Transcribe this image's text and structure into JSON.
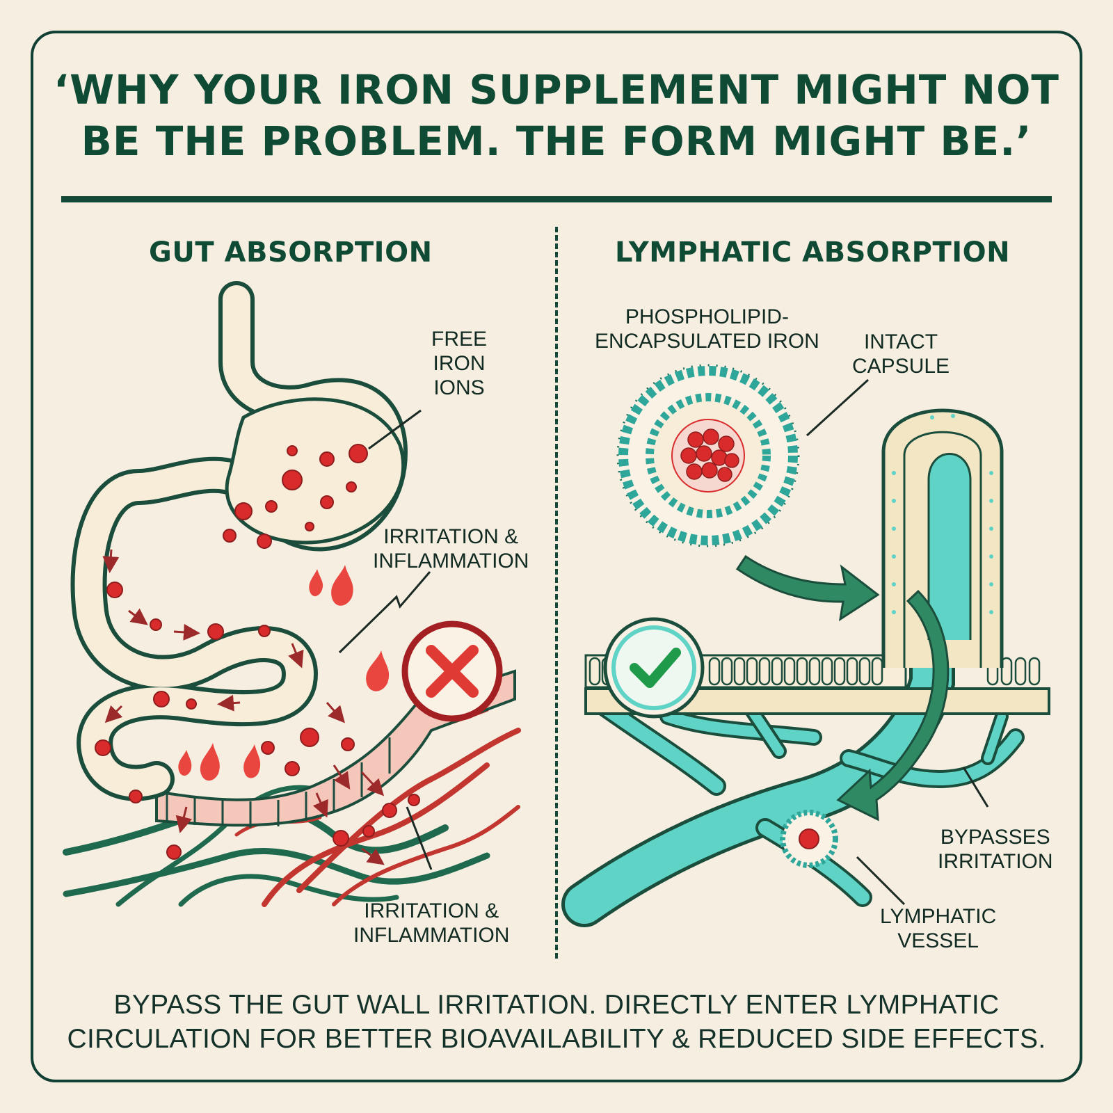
{
  "title": "‘WHY YOUR IRON SUPPLEMENT MIGHT NOT BE THE PROBLEM. THE FORM MIGHT BE.’",
  "left_panel": {
    "heading": "GUT ABSORPTION",
    "label_free_iron": "FREE\nIRON\nIONS",
    "label_irritation_top": "IRRITATION &\nINFLAMMATION",
    "label_irritation_bottom": "IRRITATION &\nINFLAMMATION"
  },
  "right_panel": {
    "heading": "LYMPHATIC ABSORPTION",
    "label_phospholipid": "PHOSPHOLIPID-\nENCAPSULATED IRON",
    "label_intact": "INTACT\nCAPSULE",
    "label_bypasses": "BYPASSES\nIRRITATION",
    "label_vessel": "LYMPHATIC\nVESSEL"
  },
  "footer": "BYPASS THE GUT WALL IRRITATION. DIRECTLY ENTER LYMPHATIC CIRCULATION FOR BETTER BIOAVAILABILITY & REDUCED SIDE EFFECTS.",
  "colors": {
    "border": "#123f33",
    "title_green": "#0f4a35",
    "iron_red": "#d92b2b",
    "lymph_teal": "#5fd3c6",
    "arrow_green": "#2f8a63",
    "tissue_cream": "#f3e6c4"
  }
}
